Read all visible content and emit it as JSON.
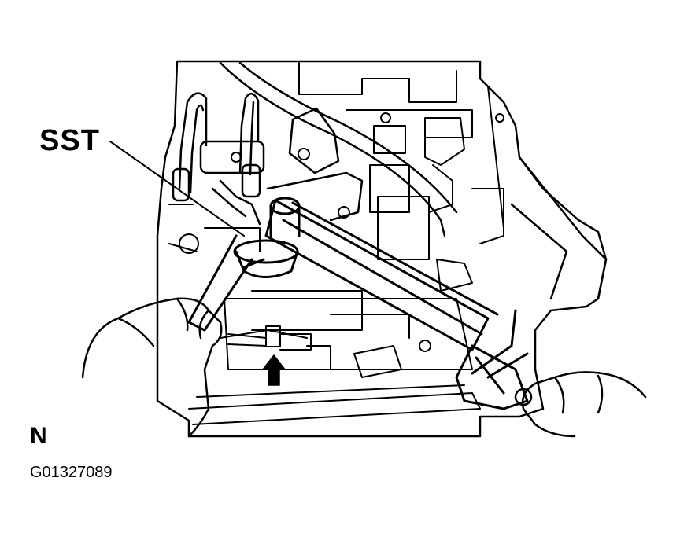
{
  "labels": {
    "tool": "SST",
    "direction": "N",
    "figure_code": "G01327089"
  },
  "colors": {
    "line": "#000000",
    "background": "#ffffff"
  },
  "icons": {
    "pointer": "arrow-up-icon"
  }
}
